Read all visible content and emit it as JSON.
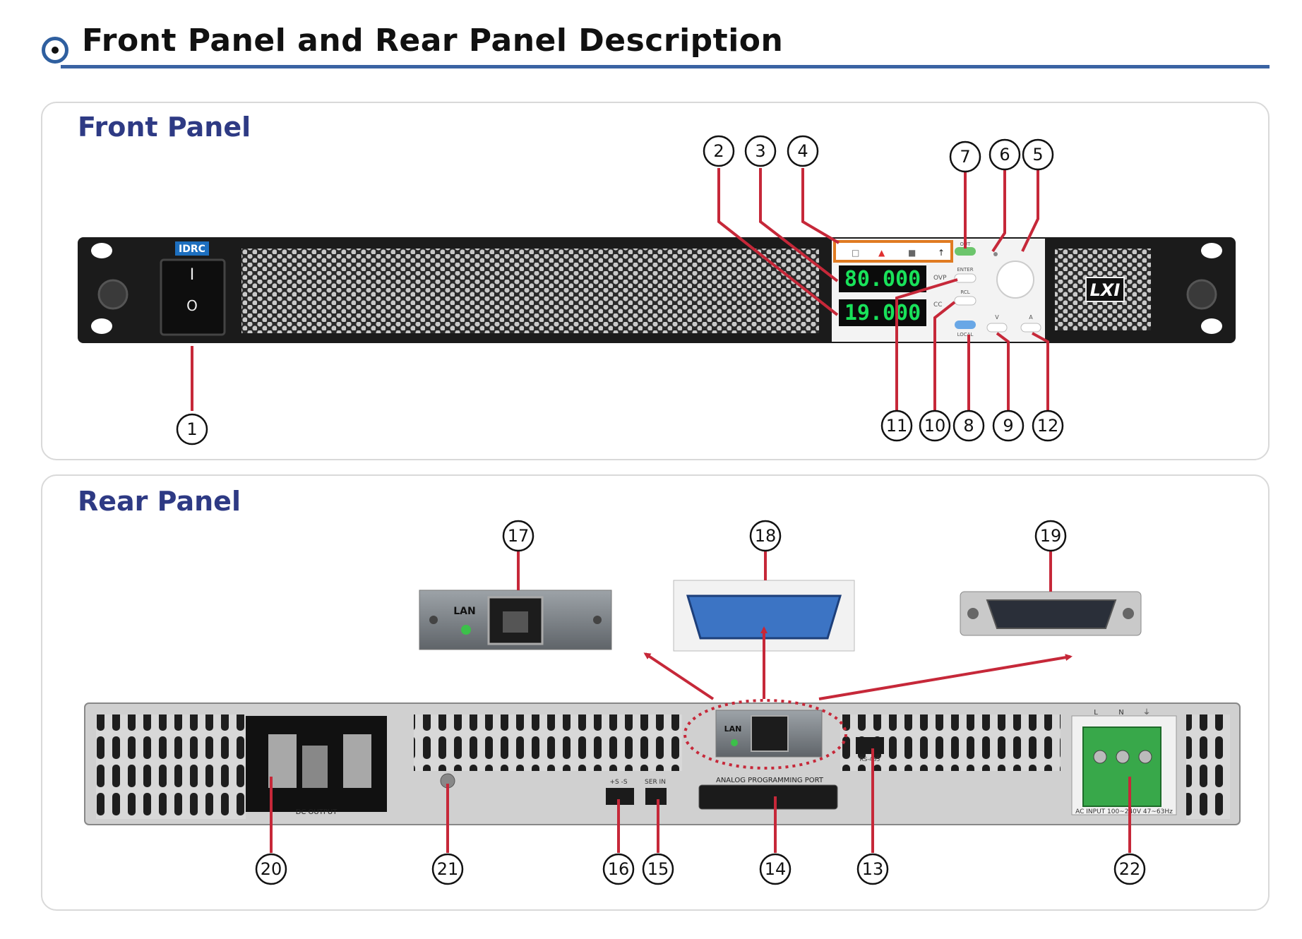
{
  "page_title": "Front Panel and Rear Panel Description",
  "front_panel": {
    "label": "Front Panel",
    "brand": "IDRC",
    "lxi_logo": "LXI",
    "display_voltage": "80.000",
    "display_current": "19.000",
    "switch_on": "I",
    "switch_off": "O",
    "keys": [
      "OUT",
      "ENTER",
      "RCL",
      "LOCAL",
      "V",
      "A"
    ],
    "callouts": [
      "1",
      "2",
      "3",
      "4",
      "5",
      "6",
      "7",
      "8",
      "9",
      "10",
      "11",
      "12"
    ]
  },
  "rear_panel": {
    "label": "Rear Panel",
    "lan_label": "LAN",
    "analog_port_label": "ANALOG PROGRAMMING PORT",
    "dc_output_label": "DC OUTPUT",
    "rs485_label": "RS-485",
    "sense_label": "+S  -S",
    "ser_in_label": "SER IN",
    "ac_input_label": "AC INPUT 100~240V 47~63Hz",
    "terminal_labels": [
      "L",
      "N",
      "⏚"
    ],
    "callouts": [
      "13",
      "14",
      "15",
      "16",
      "17",
      "18",
      "19",
      "20",
      "21",
      "22"
    ]
  },
  "colors": {
    "accent": "#3a63a3",
    "label_blue": "#2e3a84",
    "leader_red": "#c62839",
    "display_green": "#19e25a"
  },
  "icons": [
    "bullet-target-icon",
    "lxi-logo-icon",
    "lan-port-icon",
    "gpib-connector-icon",
    "db25-connector-icon"
  ]
}
